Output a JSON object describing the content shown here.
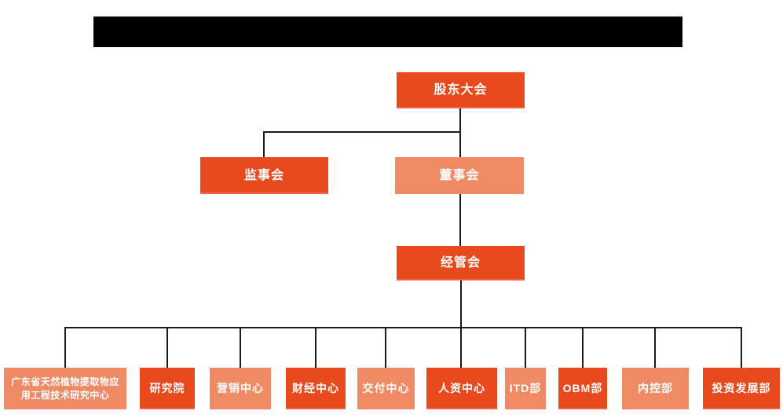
{
  "colors": {
    "primary_orange": "#e8491d",
    "secondary_salmon": "#ef8a64",
    "connector_line": "#1a1a1a",
    "redaction_bar": "#000000",
    "node_text": "#ffffff",
    "background": "#ffffff"
  },
  "org_chart": {
    "nodes": {
      "shareholders": {
        "label": "股东大会"
      },
      "supervisors": {
        "label": "监事会"
      },
      "directors": {
        "label": "董事会"
      },
      "management": {
        "label": "经管会"
      }
    },
    "departments": [
      {
        "label": "广东省天然植物提取物应\n用工程技术研究中心",
        "tone": "light"
      },
      {
        "label": "研究院",
        "tone": "dark"
      },
      {
        "label": "营销中心",
        "tone": "light"
      },
      {
        "label": "财经中心",
        "tone": "dark"
      },
      {
        "label": "交付中心",
        "tone": "light"
      },
      {
        "label": "人资中心",
        "tone": "dark"
      },
      {
        "label": "ITD部",
        "tone": "light"
      },
      {
        "label": "OBM部",
        "tone": "dark"
      },
      {
        "label": "内控部",
        "tone": "light"
      },
      {
        "label": "投资发展部",
        "tone": "dark"
      }
    ]
  }
}
